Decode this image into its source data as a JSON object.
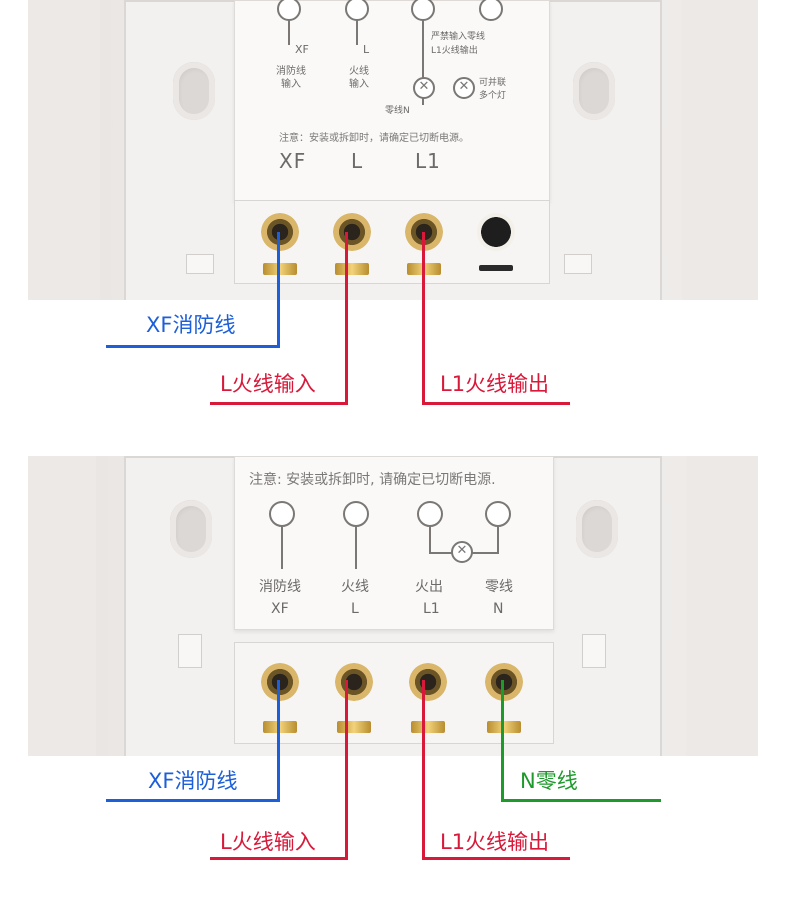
{
  "top_photo": {
    "caption_left": "消防线\n输入",
    "caption_mid": "火线\n输入",
    "caption_right_top": "严禁输入零线",
    "caption_right_l1": "L1火线输出",
    "caption_lamp": "可并联\n多个灯",
    "caption_neutral": "零线N",
    "pin_xf": "XF",
    "pin_l": "L",
    "warning": "注意：安装或拆卸时，请确定已切断电源。",
    "big_labels": [
      "XF",
      "L",
      "L1"
    ]
  },
  "bottom_photo": {
    "warning": "注意: 安装或拆卸时, 请确定已切断电源.",
    "labels_cn": [
      "消防线",
      "火线",
      "火出",
      "零线"
    ],
    "labels_en": [
      "XF",
      "L",
      "L1",
      "N"
    ]
  },
  "callouts_top": {
    "xf": "XF消防线",
    "l_in": "L火线输入",
    "l1_out": "L1火线输出"
  },
  "callouts_bottom": {
    "xf": "XF消防线",
    "l_in": "L火线输入",
    "l1_out": "L1火线输出",
    "n": "N零线"
  },
  "colors": {
    "xf_wire": "#1c5fd8",
    "live_wire": "#d8193a",
    "neutral_wire": "#1e9a2c"
  }
}
